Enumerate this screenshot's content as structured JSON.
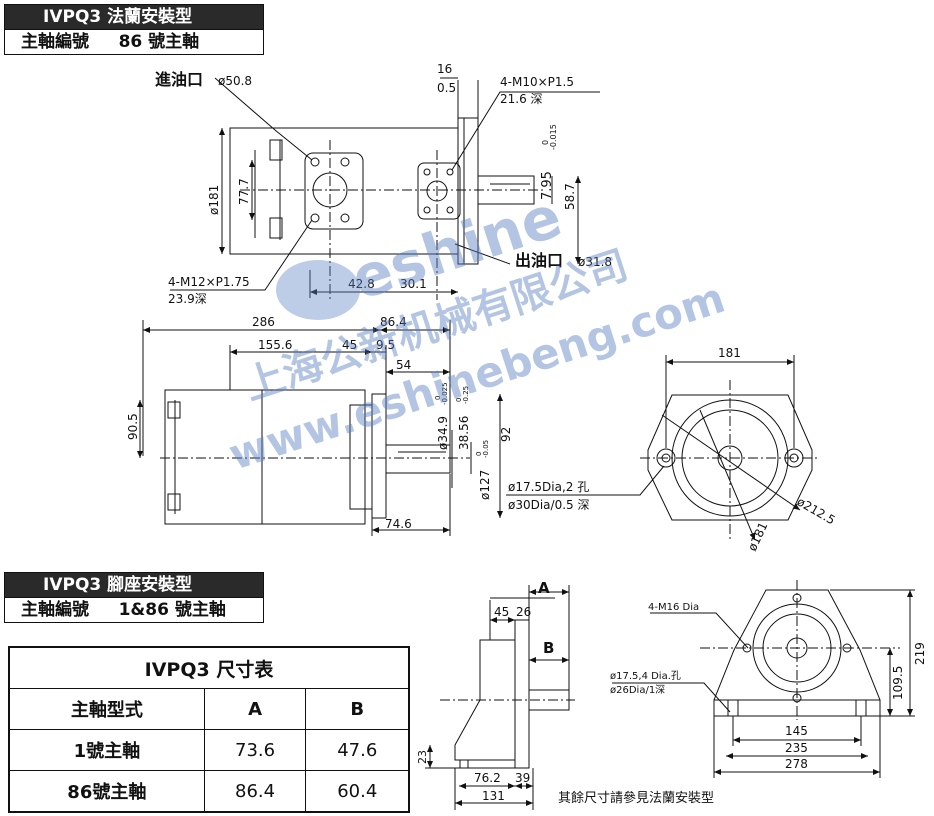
{
  "header1": {
    "title": "IVPQ3 法蘭安裝型",
    "sub": "主軸編號     86 號主軸"
  },
  "header2": {
    "title": "IVPQ3 腳座安裝型",
    "sub": "主軸編號     1&86 號主軸"
  },
  "table": {
    "title": "IVPQ3 尺寸表",
    "headers": [
      "主軸型式",
      "A",
      "B"
    ],
    "rows": [
      [
        "1號主軸",
        "73.6",
        "47.6"
      ],
      [
        "86號主軸",
        "86.4",
        "60.4"
      ]
    ]
  },
  "labels": {
    "inlet": "進油口",
    "inlet_dia": "ø50.8",
    "outlet": "出油口",
    "outlet_dia": "ø31.8",
    "bolt_top": "4-M10×P1.5",
    "bolt_top_depth": "21.6 深",
    "bolt_bottom": "4-M12×P1.75",
    "bolt_bottom_depth": "23.9深",
    "d16": "16",
    "d05": "0.5",
    "d795": "7.95",
    "tol_795_up": "0",
    "tol_795_dn": "-0.015",
    "d587": "58.7",
    "d181a": "ø181",
    "d777": "77.7",
    "d428": "42.8",
    "d301": "30.1",
    "d286": "286",
    "d864": "86.4",
    "d1556": "155.6",
    "d45": "45",
    "d95": "9.5",
    "d54": "54",
    "d905": "90.5",
    "d349": "ø34.9",
    "tol_349_up": "0",
    "tol_349_dn": "-0.025",
    "d3856": "38.56",
    "tol_3856_up": "0",
    "tol_3856_dn": "-0.25",
    "d92": "92",
    "d127": "ø127",
    "tol_127_up": "0",
    "tol_127_dn": "-0.05",
    "d746": "74.6",
    "d181b": "181",
    "hole1": "ø17.5Dia,2 孔",
    "hole2": "ø30Dia/0.5 深",
    "d2125": "ø212.5",
    "d181c": "ø181",
    "dA": "A",
    "dB": "B",
    "d45b": "45",
    "d26": "26",
    "d23": "23",
    "d762": "76.2",
    "d39": "39",
    "d131": "131",
    "foot_bolt": "4-M16 Dia",
    "foot_hole1": "ø17.5,4 Dia.孔",
    "foot_hole2": "ø26Dia/1深",
    "d145": "145",
    "d235": "235",
    "d278": "278",
    "d1095": "109.5",
    "d219": "219",
    "note": "其餘尺寸請參見法蘭安裝型"
  },
  "watermark": {
    "brand": "eshine",
    "company": "上海公新机械有限公司",
    "url": "www.eshinebeng.com"
  }
}
